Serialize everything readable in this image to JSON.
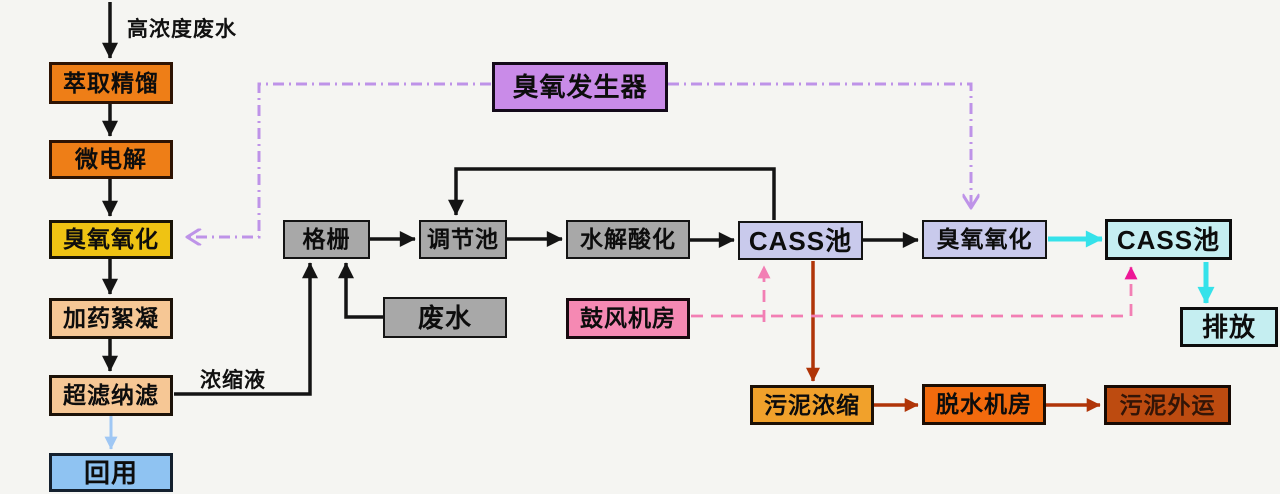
{
  "canvas": {
    "background": "#f5f5f2"
  },
  "labels": {
    "influent": "高浓度废水",
    "concentrate": "浓缩液"
  },
  "nodes": {
    "extraction": {
      "label": "萃取精馏",
      "fill": "#ee7e17"
    },
    "micro_electrolysis": {
      "label": "微电解",
      "fill": "#ee7e17"
    },
    "ozone_oxidation_left": {
      "label": "臭氧氧化",
      "fill": "#efc313"
    },
    "dosing_flocculation": {
      "label": "加药絮凝",
      "fill": "#f6c795"
    },
    "ultra_nano_filtration": {
      "label": "超滤纳滤",
      "fill": "#f6c795"
    },
    "reuse": {
      "label": "回用",
      "fill": "#8fc3f2"
    },
    "grid_screen": {
      "label": "格栅",
      "fill": "#a8a8a8"
    },
    "regulating_tank": {
      "label": "调节池",
      "fill": "#a8a8a8"
    },
    "hydrolysis_acidification": {
      "label": "水解酸化",
      "fill": "#a8a8a8"
    },
    "cass_tank_1": {
      "label": "CASS池",
      "fill": "#c9caec"
    },
    "ozone_oxidation_right": {
      "label": "臭氧氧化",
      "fill": "#c9caec"
    },
    "cass_tank_2": {
      "label": "CASS池",
      "fill": "#c5eef1"
    },
    "discharge": {
      "label": "排放",
      "fill": "#c5eef1"
    },
    "raw_wastewater": {
      "label": "废水",
      "fill": "#a8a8a8"
    },
    "blower_room": {
      "label": "鼓风机房",
      "fill": "#f589b3"
    },
    "ozone_generator": {
      "label": "臭氧发生器",
      "fill": "#c98be8"
    },
    "sludge_thickening": {
      "label": "污泥浓缩",
      "fill": "#f1a12b"
    },
    "dewatering_room": {
      "label": "脱水机房",
      "fill": "#f26a0d"
    },
    "sludge_transport": {
      "label": "污泥外运",
      "fill": "#bd4b10"
    }
  },
  "line_colors": {
    "main_flow": "#141414",
    "reuse_arrow": "#9fc7f4",
    "treated_water": "#35e2ea",
    "sludge": "#b03508",
    "air_dashed": "#f27fb4",
    "air_arrow_right": "#ed1797",
    "ozone_dashdot": "#be93e8"
  }
}
